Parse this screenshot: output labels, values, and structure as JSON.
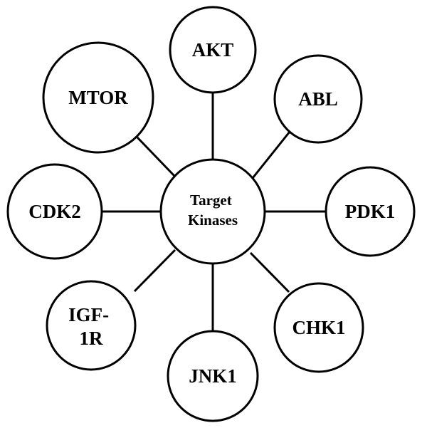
{
  "hub": {
    "lines": [
      "Target",
      "Kinases"
    ]
  },
  "nodes": [
    {
      "id": "akt",
      "lines": [
        "AKT"
      ]
    },
    {
      "id": "abl",
      "lines": [
        "ABL"
      ]
    },
    {
      "id": "pdk1",
      "lines": [
        "PDK1"
      ]
    },
    {
      "id": "chk1",
      "lines": [
        "CHK1"
      ]
    },
    {
      "id": "jnk1",
      "lines": [
        "JNK1"
      ]
    },
    {
      "id": "igf1r",
      "lines": [
        "IGF-",
        "1R"
      ]
    },
    {
      "id": "cdk2",
      "lines": [
        "CDK2"
      ]
    },
    {
      "id": "mtor",
      "lines": [
        "MTOR"
      ]
    }
  ],
  "colors": {
    "stroke": "#000000",
    "fill": "#ffffff",
    "text": "#000000"
  }
}
